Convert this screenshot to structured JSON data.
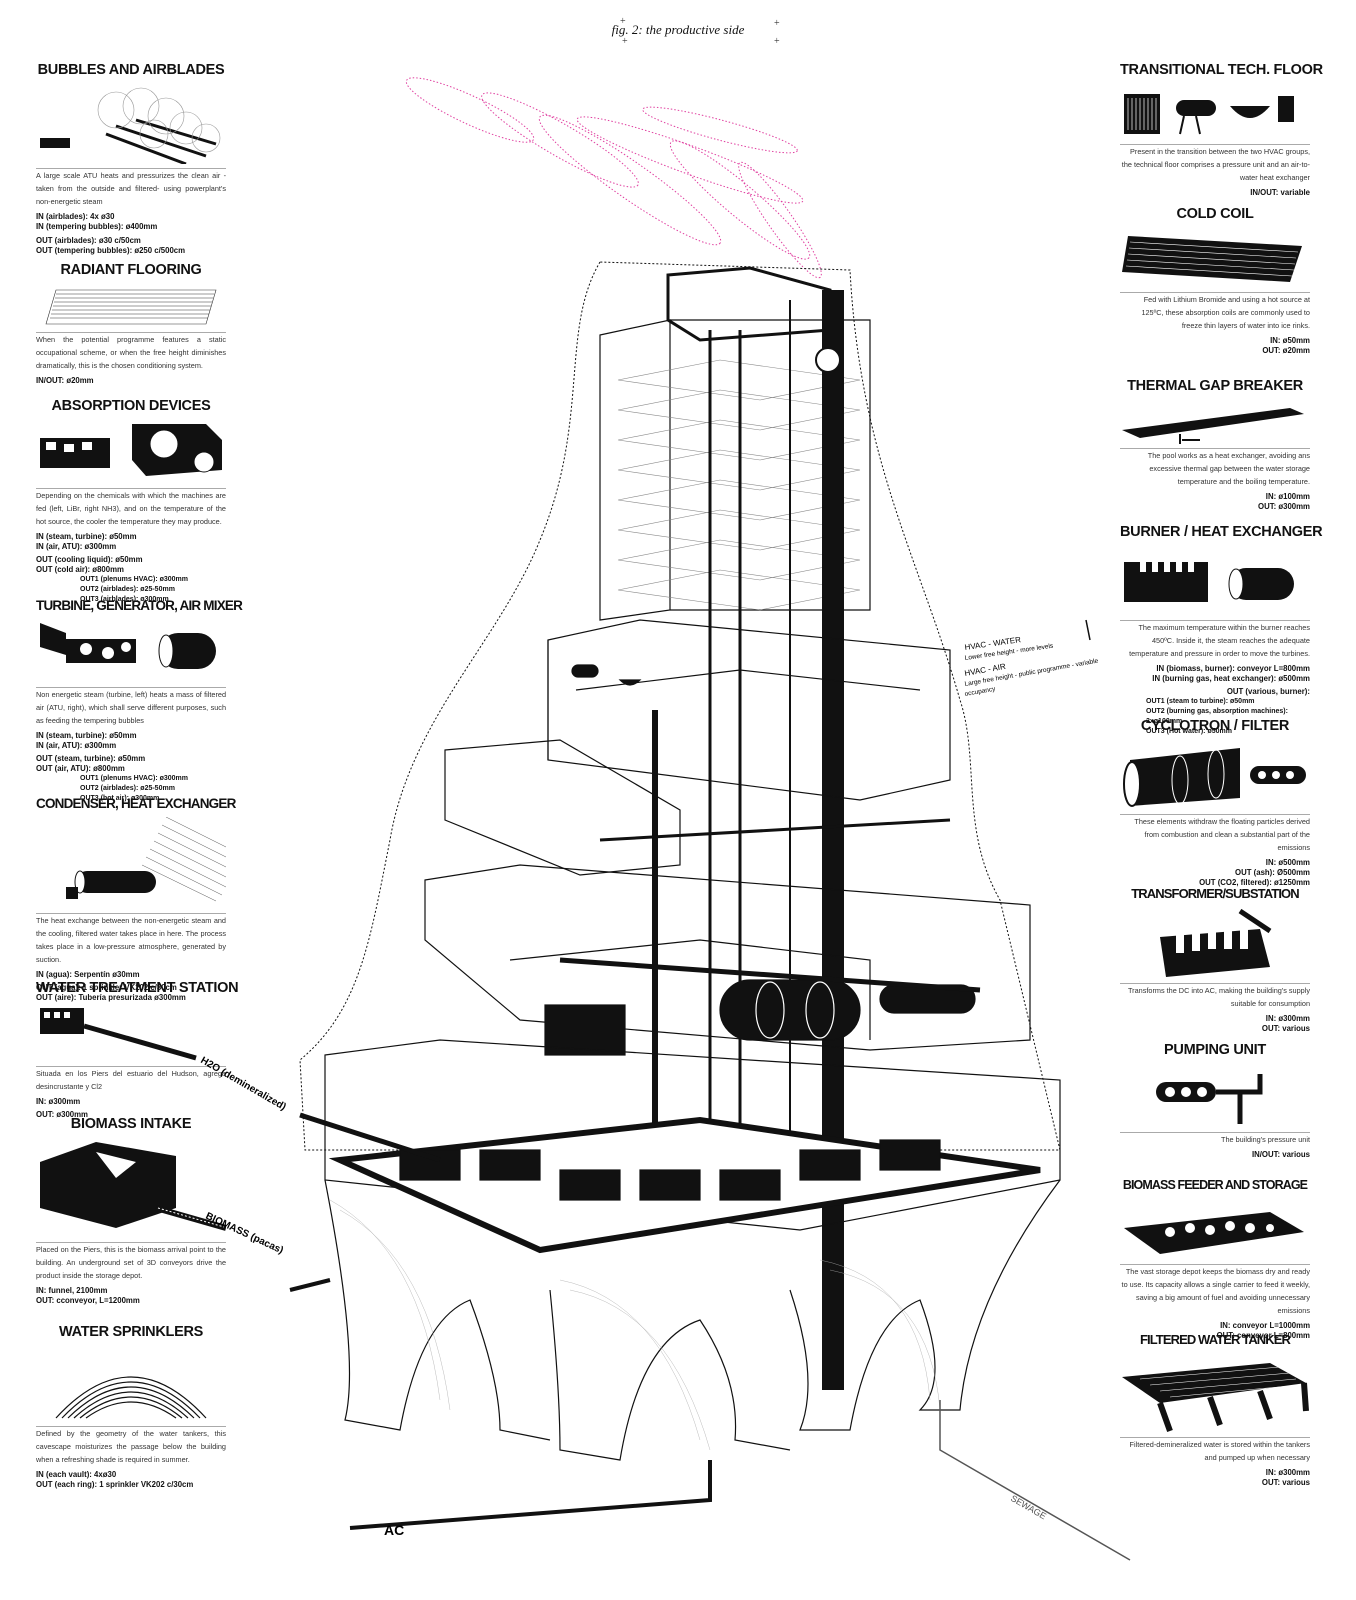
{
  "figure": {
    "title": "fig. 2: the productive side"
  },
  "left": [
    {
      "title": "BUBBLES AND AIRBLADES",
      "desc": "A large scale ATU heats and pressurizes the clean air -taken from the outside and filtered- using powerplant's non-energetic steam",
      "specs": [
        "IN (airblades): 4x ø30",
        "IN (tempering bubbles): ø400mm",
        "OUT (airblades): ø30 c/50cm",
        "OUT (tempering bubbles): ø250 c/500cm"
      ]
    },
    {
      "title": "RADIANT FLOORING",
      "desc": "When the potential programme features a static occupational scheme, or when the free height diminishes dramatically, this is the chosen conditioning system.",
      "specs": [
        "IN/OUT: ø20mm"
      ]
    },
    {
      "title": "ABSORPTION DEVICES",
      "desc": "Depending on the chemicals with which the machines are fed (left, LiBr, right NH3), and on the temperature of the hot source, the cooler the temperature they may produce.",
      "specs": [
        "IN (steam, turbine): ø50mm",
        "IN (air, ATU): ø300mm",
        "OUT (cooling liquid): ø50mm",
        "OUT (cold air): ø800mm",
        "OUT1 (plenums HVAC): ø300mm",
        "OUT2 (airblades): ø25-50mm",
        "OUT3 (airblades): ø300mm"
      ]
    },
    {
      "title": "TURBINE, GENERATOR, AIR MIXER",
      "desc": "Non energetic steam (turbine, left) heats a mass of filtered air (ATU, right), which shall serve different purposes, such as feeding the tempering bubbles",
      "specs": [
        "IN (steam, turbine): ø50mm",
        "IN (air, ATU): ø300mm",
        "OUT (steam, turbine): ø50mm",
        "OUT (air, ATU): ø800mm",
        "OUT1 (plenums HVAC): ø300mm",
        "OUT2 (airblades): ø25-50mm",
        "OUT3 (hot air): ø300mm"
      ]
    },
    {
      "title": "CONDENSER, HEAT EXCHANGER",
      "desc": "The heat exchange between the non-energetic steam and the cooling, filtered water takes place in here. The process takes place in a low-pressure atmosphere, generated by suction.",
      "specs": [
        "IN (agua): Serpentín ø30mm",
        "OUT (agua): 1 sprinkler VK202 c/30cm",
        "OUT (aire): Tubería presurizada ø300mm"
      ]
    },
    {
      "title": "WATER TREATMENT STATION",
      "desc": "Situada en los Piers del estuario del Hudson, agrega desincrustante y Cl2",
      "specs": [
        "IN: ø300mm",
        "OUT: ø300mm"
      ]
    },
    {
      "title": "BIOMASS INTAKE",
      "desc": "Placed on the Piers, this is the biomass arrival point to the building. An underground set of 3D conveyors drive the product inside the storage depot.",
      "specs": [
        "IN: funnel, 2100mm",
        "OUT: cconveyor, L=1200mm"
      ]
    },
    {
      "title": "WATER SPRINKLERS",
      "desc": "Defined by the geometry of the water tankers, this cavescape moisturizes the passage below the building when a refreshing shade is required in summer.",
      "specs": [
        "IN (each vault): 4xø30",
        "OUT (each ring): 1 sprinkler VK202 c/30cm"
      ]
    }
  ],
  "right": [
    {
      "title": "TRANSITIONAL TECH. FLOOR",
      "desc": "Present in the transition between the two HVAC groups, the technical floor comprises a pressure unit and an air-to-water heat exchanger",
      "specs": [
        "IN/OUT: variable"
      ]
    },
    {
      "title": "COLD COIL",
      "desc": "Fed with Lithium Bromide and using a hot source at 125ºC, these absorption coils are commonly used to freeze thin layers of water into ice rinks.",
      "specs": [
        "IN: ø50mm",
        "OUT: ø20mm"
      ]
    },
    {
      "title": "THERMAL GAP BREAKER",
      "desc": "The pool works as a heat exchanger, avoiding ans excessive thermal gap between the water storage temperature and the boiling temperature.",
      "specs": [
        "IN: ø100mm",
        "OUT: ø300mm"
      ]
    },
    {
      "title": "BURNER / HEAT EXCHANGER",
      "desc": "The maximum temperature within the burner reaches 450ºC. Inside it, the steam reaches the adequate temperature and pressure in order to move the turbines.",
      "specs": [
        "IN (biomass, burner): conveyor L=800mm",
        "IN (burning gas, heat exchanger): ø500mm",
        "OUT (various, burner):",
        "OUT1 (steam to turbine): ø50mm",
        "OUT2 (burning gas, absorption machines): 2xø100mm",
        "OUT3 (Hot water): ø50mm"
      ]
    },
    {
      "title": "CYCLOTRON / FILTER",
      "desc": "These elements withdraw the floating particles derived from combustion and clean a substantial part of the emissions",
      "specs": [
        "IN: ø500mm",
        "OUT (ash): Ø500mm",
        "OUT (CO2, filtered): ø1250mm"
      ]
    },
    {
      "title": "TRANSFORMER/SUBSTATION",
      "desc": "Transforms the DC into AC, making the building's supply suitable for consumption",
      "specs": [
        "IN: ø300mm",
        "OUT: various"
      ]
    },
    {
      "title": "PUMPING UNIT",
      "desc": "The building's pressure unit",
      "specs": [
        "IN/OUT: various"
      ]
    },
    {
      "title": "BIOMASS FEEDER AND STORAGE",
      "desc": "The vast storage depot keeps the biomass dry and ready to use. Its capacity allows a single carrier to feed it weekly, saving a big amount of fuel and avoiding unnecessary emissions",
      "specs": [
        "IN: conveyor L=1000mm",
        "OUT: conveyor L=800mm"
      ]
    },
    {
      "title": "FILTERED WATER TANKER",
      "desc": "Filtered-demineralized water is stored within the tankers and pumped up when necessary",
      "specs": [
        "IN: ø300mm",
        "OUT: various"
      ]
    }
  ],
  "labels": {
    "hvac_water": "HVAC - WATER",
    "hvac_water_sub": "Lower free height - more levels",
    "hvac_air": "HVAC - AIR",
    "hvac_air_sub": "Large free height - public programme - variable",
    "hvac_air_sub2": "occupancy",
    "h2o": "H2O (demineralized)",
    "biomass": "BIOMASS (pacas)",
    "ac": "AC",
    "sewage": "SEWAGE"
  },
  "colors": {
    "ink": "#111111",
    "exhaust": "#e040a0"
  }
}
